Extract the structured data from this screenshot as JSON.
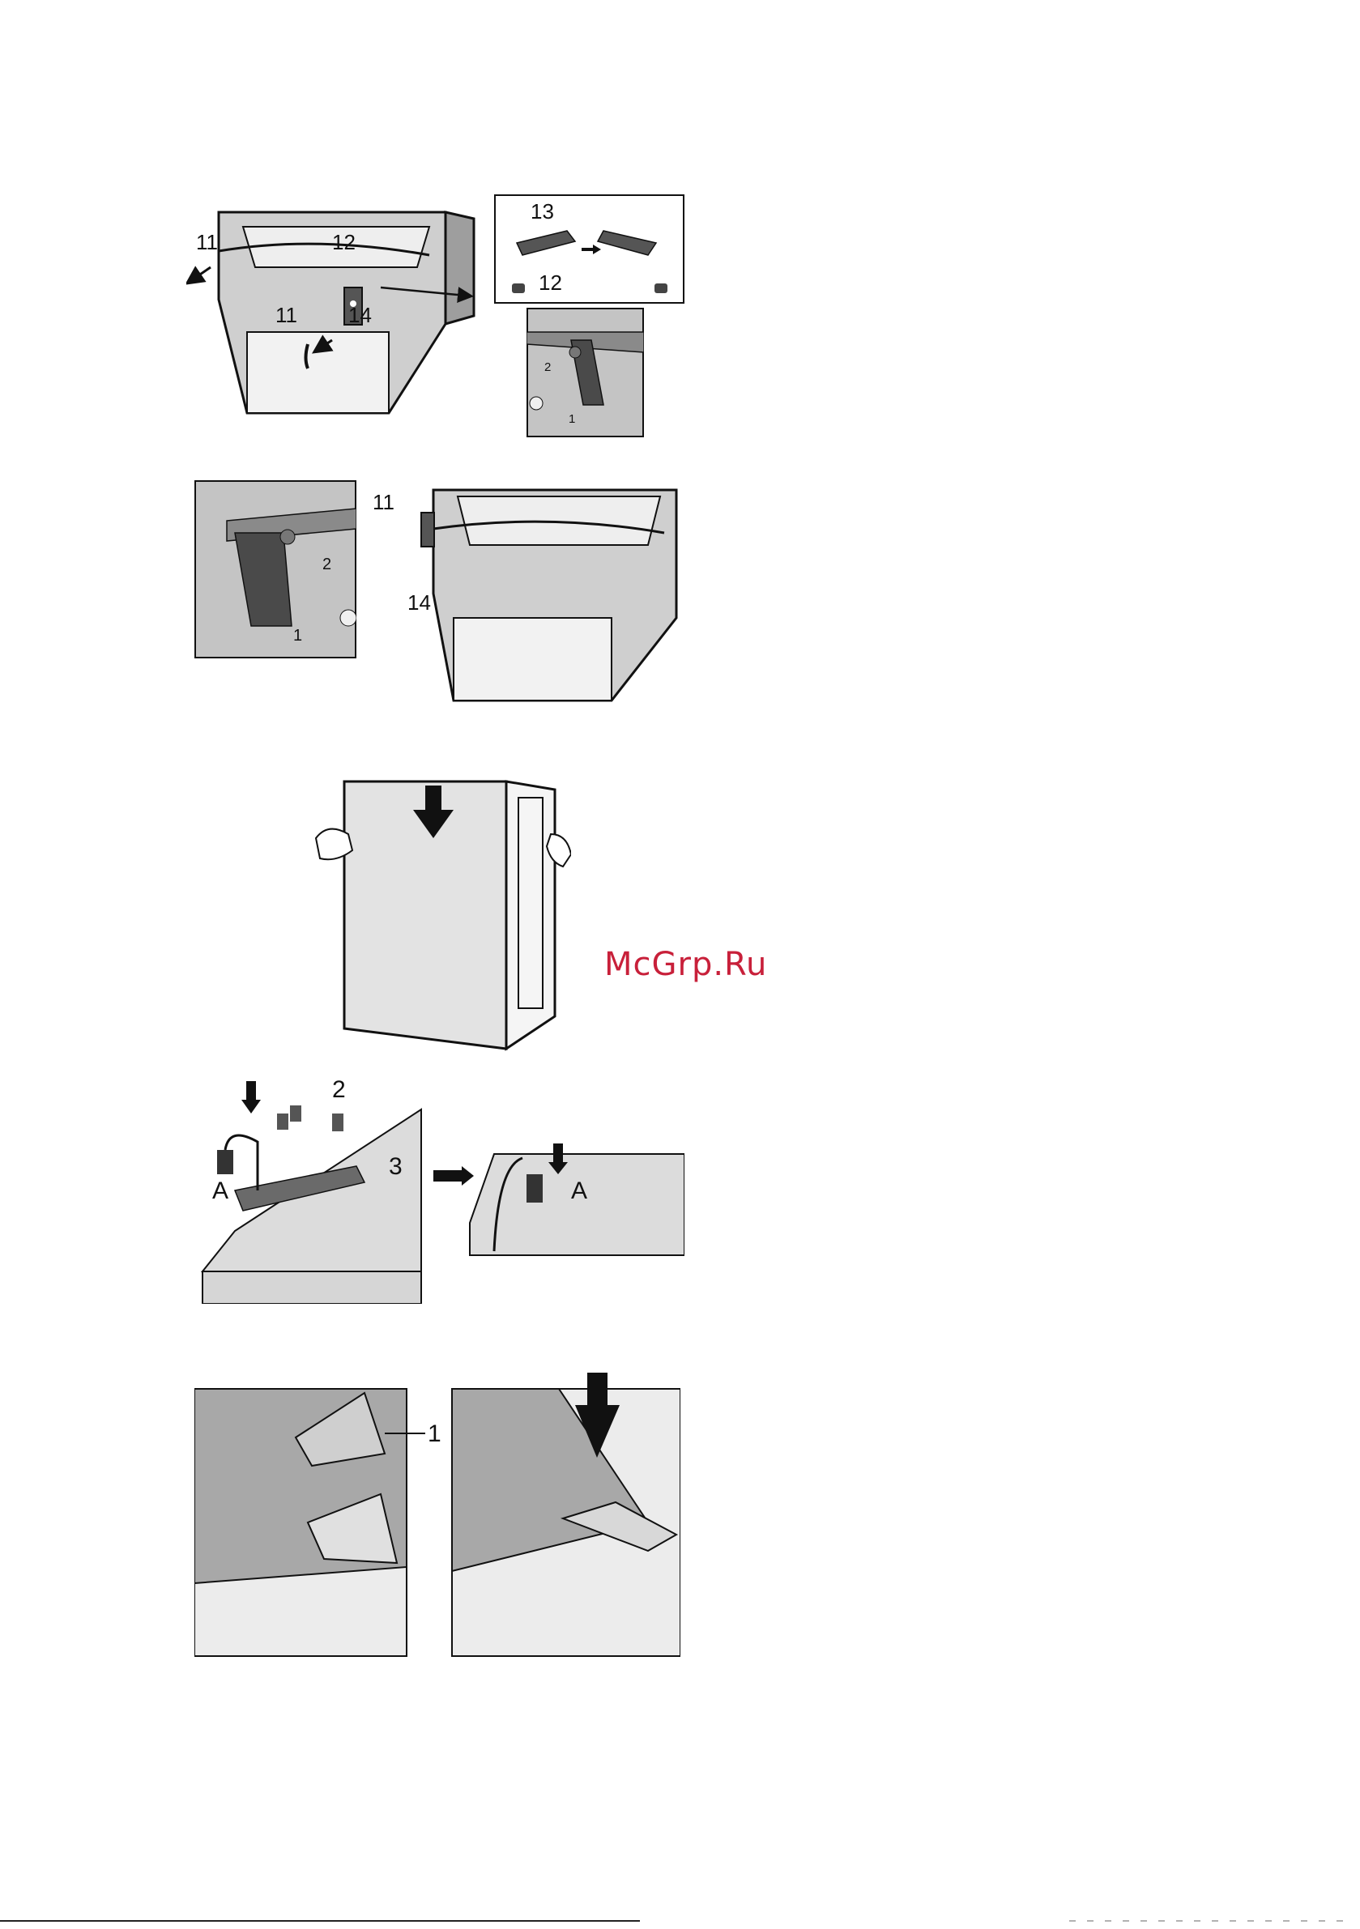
{
  "watermark": {
    "text": "McGrp.Ru"
  },
  "figures": {
    "fig1": {
      "labels": [
        "11",
        "12",
        "11",
        "14"
      ]
    },
    "fig1_detail": {
      "labels": [
        "13",
        "12"
      ]
    },
    "fig1_closeup": {
      "labels": [
        "2",
        "1"
      ]
    },
    "fig2_closeup": {
      "labels": [
        "2",
        "1"
      ]
    },
    "fig2": {
      "labels": [
        "11",
        "14"
      ]
    },
    "fig4": {
      "labels": [
        "2",
        "3",
        "A"
      ]
    },
    "fig4_detail": {
      "labels": [
        "A"
      ]
    },
    "fig5": {
      "labels": [
        "1"
      ]
    }
  },
  "colors": {
    "panel": "#dcdcdc",
    "panel_dark": "#a8a8a8",
    "line": "#1a1a1a",
    "watermark": "#c8203a"
  }
}
